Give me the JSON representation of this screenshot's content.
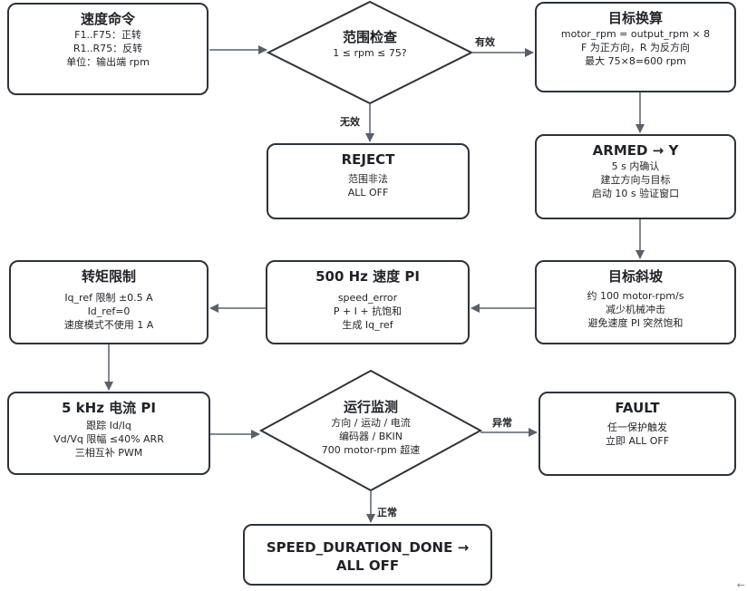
{
  "nodes": {
    "speed_cmd": {
      "title": "速度命令",
      "lines": [
        "F1..F75：正转",
        "R1..R75：反转",
        "单位：输出端 rpm"
      ]
    },
    "range_check": {
      "title": "范围检查",
      "lines": [
        "1 ≤ rpm ≤ 75?"
      ]
    },
    "target_conv": {
      "title": "目标换算",
      "lines": [
        "motor_rpm = output_rpm × 8",
        "F 为正方向，R 为反方向",
        "最大 75×8=600 rpm"
      ]
    },
    "reject": {
      "title": "REJECT",
      "lines": [
        "范围非法",
        "ALL OFF"
      ]
    },
    "armed": {
      "title": "ARMED → Y",
      "lines": [
        "5 s 内确认",
        "建立方向与目标",
        "启动 10 s 验证窗口"
      ]
    },
    "torque_limit": {
      "title": "转矩限制",
      "lines": [
        "Iq_ref 限制 ±0.5 A",
        "Id_ref=0",
        "速度模式不使用 1 A"
      ]
    },
    "speed_pi": {
      "title": "500 Hz 速度 PI",
      "lines": [
        "speed_error",
        "P + I + 抗饱和",
        "生成 Iq_ref"
      ]
    },
    "ramp": {
      "title": "目标斜坡",
      "lines": [
        "约 100 motor-rpm/s",
        "减少机械冲击",
        "避免速度 PI 突然饱和"
      ]
    },
    "current_pi": {
      "title": "5 kHz 电流 PI",
      "lines": [
        "跟踪 Id/Iq",
        "Vd/Vq 限幅 ≤40% ARR",
        "三相互补 PWM"
      ]
    },
    "monitor": {
      "title": "运行监测",
      "lines": [
        "方向 / 运动 / 电流",
        "编码器 / BKIN",
        "700 motor-rpm 超速"
      ]
    },
    "fault": {
      "title": "FAULT",
      "lines": [
        "任一保护触发",
        "立即 ALL OFF"
      ]
    },
    "done": {
      "title": "SPEED_DURATION_DONE →",
      "lines": [
        "ALL OFF"
      ]
    }
  },
  "edge_labels": {
    "valid": "有效",
    "invalid": "无效",
    "abnormal": "异常",
    "normal": "正常"
  },
  "corner_glyph": "←"
}
